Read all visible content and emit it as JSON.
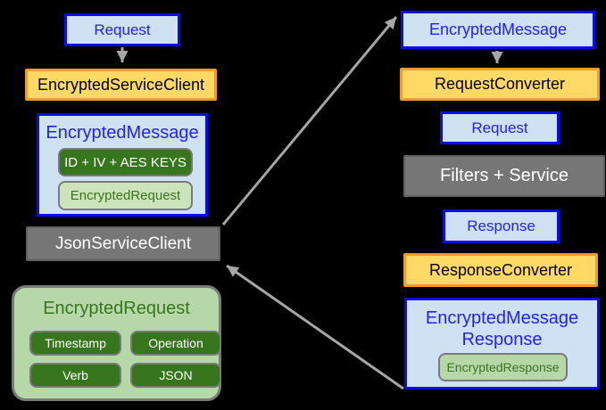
{
  "colors": {
    "background": "#000000",
    "light_blue_fill": "#cfe2f3",
    "blue_border": "#0b0bf0",
    "blue_text": "#1f1fff",
    "orange_fill": "#ffd966",
    "orange_border": "#ee9d2b",
    "gray_fill": "#767676",
    "gray_border": "#606060",
    "dark_green": "#38761d",
    "light_green_fill": "#b6d7a8",
    "pale_green_fill": "#cde3bb",
    "green_box_border": "#7a7a7a",
    "arrow_gray": "#a6a6a6"
  },
  "left_flow": {
    "request_label": "Request",
    "encrypted_service_client_label": "EncryptedServiceClient",
    "encrypted_message": {
      "title": "EncryptedMessage",
      "keys_label": "ID + IV + AES KEYS",
      "encrypted_request_label": "EncryptedRequest"
    },
    "json_service_client_label": "JsonServiceClient",
    "encrypted_request_detail": {
      "title": "EncryptedRequest",
      "fields": [
        "Timestamp",
        "Operation",
        "Verb",
        "JSON"
      ]
    }
  },
  "right_flow": {
    "encrypted_message_label": "EncryptedMessage",
    "request_converter_label": "RequestConverter",
    "request_label": "Request",
    "filters_service_label": "Filters + Service",
    "response_label": "Response",
    "response_converter_label": "ResponseConverter",
    "encrypted_message_response": {
      "title_line1": "EncryptedMessage",
      "title_line2": "Response",
      "encrypted_response_label": "EncryptedResponse"
    }
  }
}
